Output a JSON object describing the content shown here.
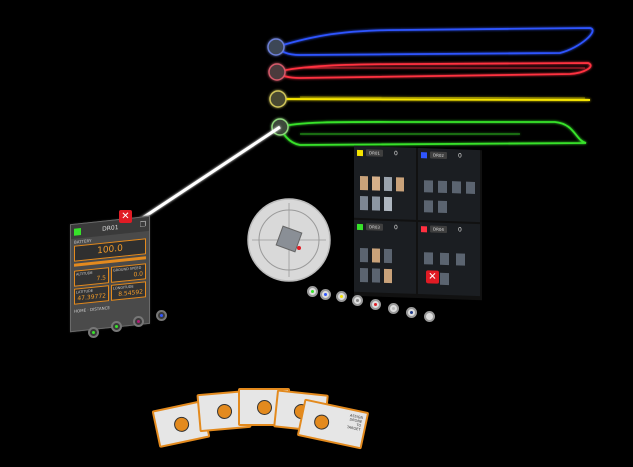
{
  "colors": {
    "accent": "#e38a1e",
    "close": "#e01b24",
    "lanes": [
      "#2f55ff",
      "#ff3040",
      "#f5e400",
      "#37e22a"
    ]
  },
  "lanes": [
    {
      "name": "blue-lane",
      "color": "#2f55ff"
    },
    {
      "name": "red-lane",
      "color": "#ff3040"
    },
    {
      "name": "yellow-lane",
      "color": "#f5e400"
    },
    {
      "name": "green-lane",
      "color": "#37e22a"
    }
  ],
  "drone_panel": {
    "square_color": "#37e22a",
    "name": "DR01",
    "copy_icon": "copy-icon",
    "battery_label": "BATTERY",
    "battery_value": "100.0",
    "cells": [
      {
        "label": "ALTITUDE",
        "value": "7.5"
      },
      {
        "label": "GROUND SPEED",
        "value": "0.0"
      },
      {
        "label": "LATITUDE",
        "value": "47.39772"
      },
      {
        "label": "LONGITUDE",
        "value": "8.54592"
      }
    ],
    "footer": "HOME  ·  DISTANCE"
  },
  "cameras": [
    {
      "color": "#f5e400",
      "button": "DR01",
      "zero": "0"
    },
    {
      "color": "#2f55ff",
      "button": "DR02",
      "zero": "0"
    },
    {
      "color": "#37e22a",
      "button": "DR03",
      "zero": "0"
    },
    {
      "color": "#ff3040",
      "button": "DR04",
      "zero": "0"
    }
  ],
  "cards": [
    {
      "text": ""
    },
    {
      "text": ""
    },
    {
      "text": ""
    },
    {
      "text": ""
    },
    {
      "text": "ASSIGN\nDRONE\nTO\nTARGET"
    }
  ]
}
